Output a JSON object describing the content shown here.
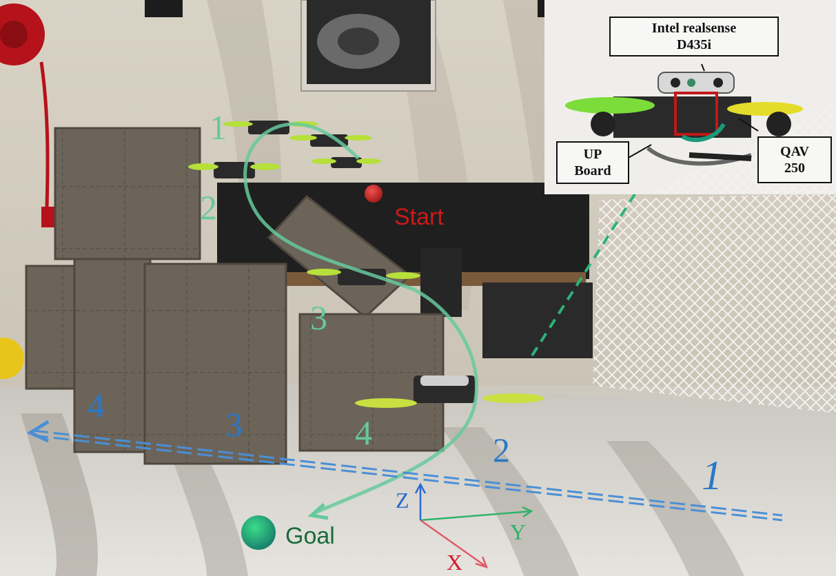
{
  "trajectory_labels": {
    "green": [
      "1",
      "2",
      "3",
      "4"
    ],
    "blue": [
      "1",
      "2",
      "3",
      "4"
    ]
  },
  "markers": {
    "start": "Start",
    "goal": "Goal"
  },
  "axes": {
    "z": "Z",
    "y": "Y",
    "x": "X"
  },
  "inset": {
    "camera_label_line1": "Intel realsense",
    "camera_label_line2": "D435i",
    "computer_label_line1": "UP",
    "computer_label_line2": "Board",
    "frame_label_line1": "QAV",
    "frame_label_line2": "250"
  },
  "colors": {
    "green_path": "#66c99c",
    "blue_path": "#4a8fd6",
    "start_marker": "#d0282a",
    "goal_marker": "#1aa060",
    "x_axis": "#e05a6a",
    "y_axis": "#2fb36a",
    "z_axis": "#2a6ad0"
  }
}
